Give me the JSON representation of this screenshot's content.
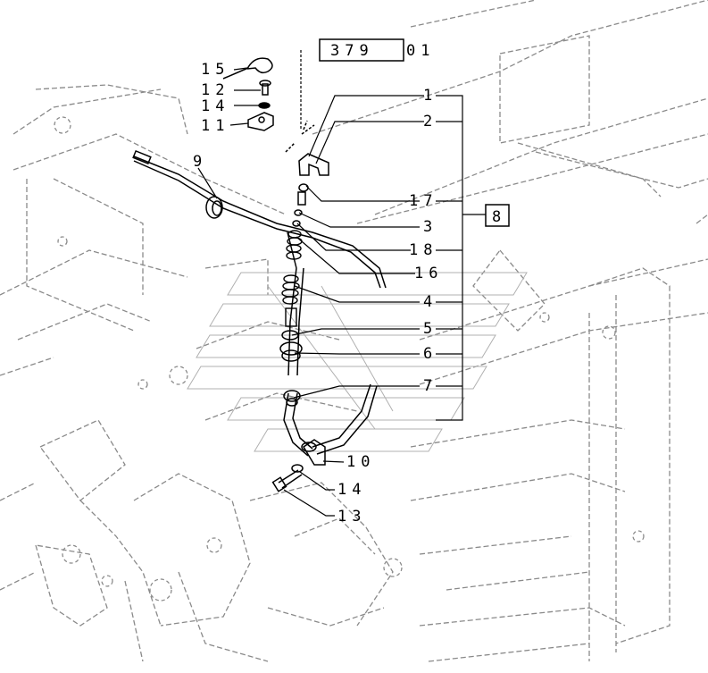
{
  "ref_box": {
    "code": "379",
    "suffix": "01"
  },
  "group_label": "8",
  "callouts": {
    "c1": "1",
    "c2": "2",
    "c17": "17",
    "c3": "3",
    "c18": "18",
    "c16": "16",
    "c4": "4",
    "c5": "5",
    "c6": "6",
    "c7": "7",
    "c10": "10",
    "c14b": "14",
    "c13": "13",
    "c9": "9",
    "c15": "15",
    "c12": "12",
    "c14a": "14",
    "c11": "11"
  },
  "colors": {
    "line": "#000000",
    "ghost": "#8a8a8a",
    "background": "#ffffff"
  }
}
